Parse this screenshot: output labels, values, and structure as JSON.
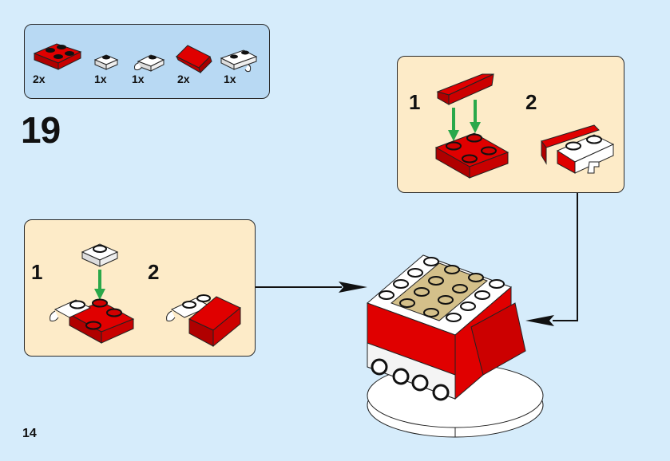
{
  "page": {
    "step_number": "19",
    "page_number": "14",
    "colors": {
      "background": "#d6ecfb",
      "parts_box": "#b8d9f3",
      "callout": "#fdebc8",
      "brick_red": "#d90000",
      "brick_white": "#ffffff",
      "brick_tan": "#d4c08a",
      "arrow_green": "#2aa84a",
      "line": "#111111"
    }
  },
  "parts_list": {
    "items": [
      {
        "name": "red-plate-2x2",
        "quantity": "2x"
      },
      {
        "name": "white-plate-1x1",
        "quantity": "1x"
      },
      {
        "name": "white-plate-1x1-clip",
        "quantity": "1x"
      },
      {
        "name": "red-slope",
        "quantity": "2x"
      },
      {
        "name": "white-plate-1x2-clip",
        "quantity": "1x"
      }
    ]
  },
  "callout_left": {
    "substeps": [
      {
        "label": "1"
      },
      {
        "label": "2"
      }
    ]
  },
  "callout_right": {
    "substeps": [
      {
        "label": "1"
      },
      {
        "label": "2"
      }
    ]
  }
}
